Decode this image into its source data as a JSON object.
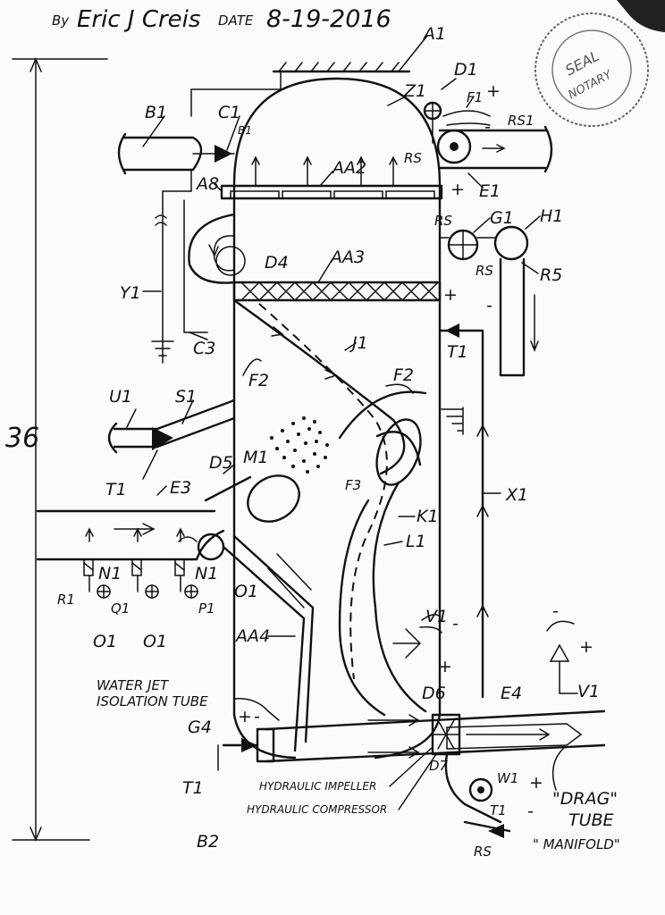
{
  "header": {
    "author_prefix": "By",
    "author": "Eric J Creis",
    "date_label": "DATE",
    "date": "8-19-2016"
  },
  "seal": {
    "line1": "SEAL",
    "line2": "NOTARY"
  },
  "dimension": {
    "height": "36"
  },
  "labels": {
    "A1": "A1",
    "Z1": "Z1",
    "D1": "D1",
    "F1": "F1",
    "B1": "B1",
    "C1": "C1",
    "B1s": "B1",
    "RS1": "RS1",
    "RS": "RS",
    "E1": "E1",
    "A8": "A8",
    "AA2": "AA2",
    "RS_b": "RS",
    "G1": "G1",
    "H1": "H1",
    "RS_c": "RS",
    "D4": "D4",
    "AA3": "AA3",
    "R5": "R5",
    "Y1": "Y1",
    "C3": "C3",
    "J1": "J1",
    "T1a": "T1",
    "F2": "F2",
    "F2b": "F2",
    "U1": "U1",
    "S1": "S1",
    "M1": "M1",
    "T1b": "T1",
    "E3": "E3",
    "D5": "D5",
    "F3": "F3",
    "X1": "X1",
    "K1": "K1",
    "L1": "L1",
    "N1a": "N1",
    "N1b": "N1",
    "O1": "O1",
    "R1": "R1",
    "Q1": "Q1",
    "P1": "P1",
    "O1b": "O1",
    "O1c": "O1",
    "V1": "V1",
    "AA4": "AA4",
    "V1b": "V1",
    "D6": "D6",
    "E4": "E4",
    "G4": "G4",
    "T1c": "T1",
    "D7": "D7",
    "W1": "W1",
    "T1d": "T1",
    "B2": "B2",
    "RS_d": "RS"
  },
  "notes": {
    "water_jet_1": "WATER JET",
    "water_jet_2": "ISOLATION TUBE",
    "impeller": "HYDRAULIC IMPELLER",
    "compressor": "HYDRAULIC COMPRESSOR",
    "drag_1": "\"DRAG\"",
    "drag_2": "TUBE",
    "drag_3": "\" MANIFOLD\""
  },
  "signs": {
    "plus": "+",
    "minus": "-"
  }
}
